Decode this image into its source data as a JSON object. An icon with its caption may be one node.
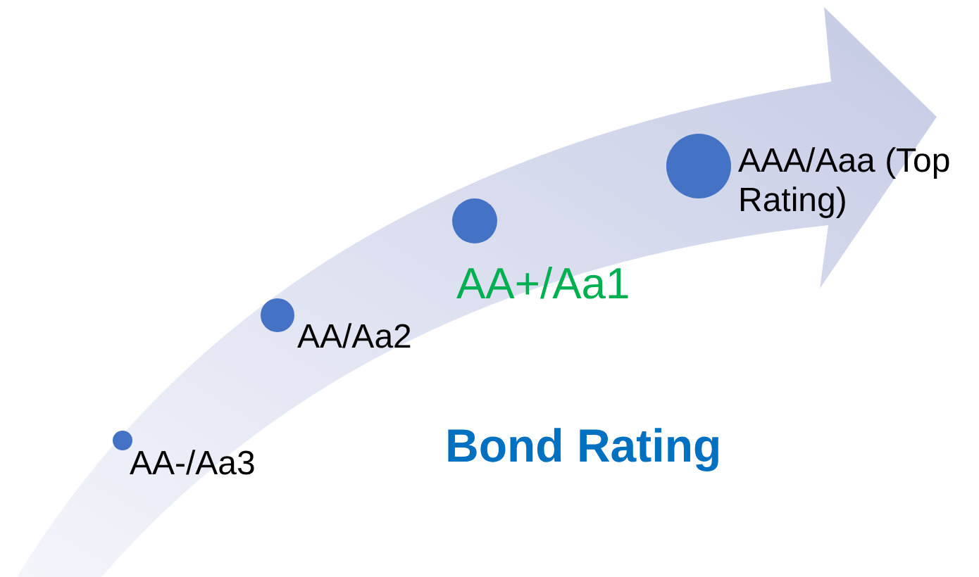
{
  "diagram": {
    "title": "Bond Rating",
    "nodes": [
      {
        "text": [],
        "shape": "circle",
        "beside": [
          "AA-/Aa3"
        ]
      },
      {
        "text": [],
        "shape": "circle",
        "beside": [
          "AA/Aa2"
        ]
      },
      {
        "text": [],
        "shape": "circle",
        "beside": [
          "AA+/Aa1"
        ]
      },
      {
        "text": [],
        "shape": "circle",
        "beside": [
          "AAA/Aaa (Top Rating)"
        ]
      }
    ]
  }
}
